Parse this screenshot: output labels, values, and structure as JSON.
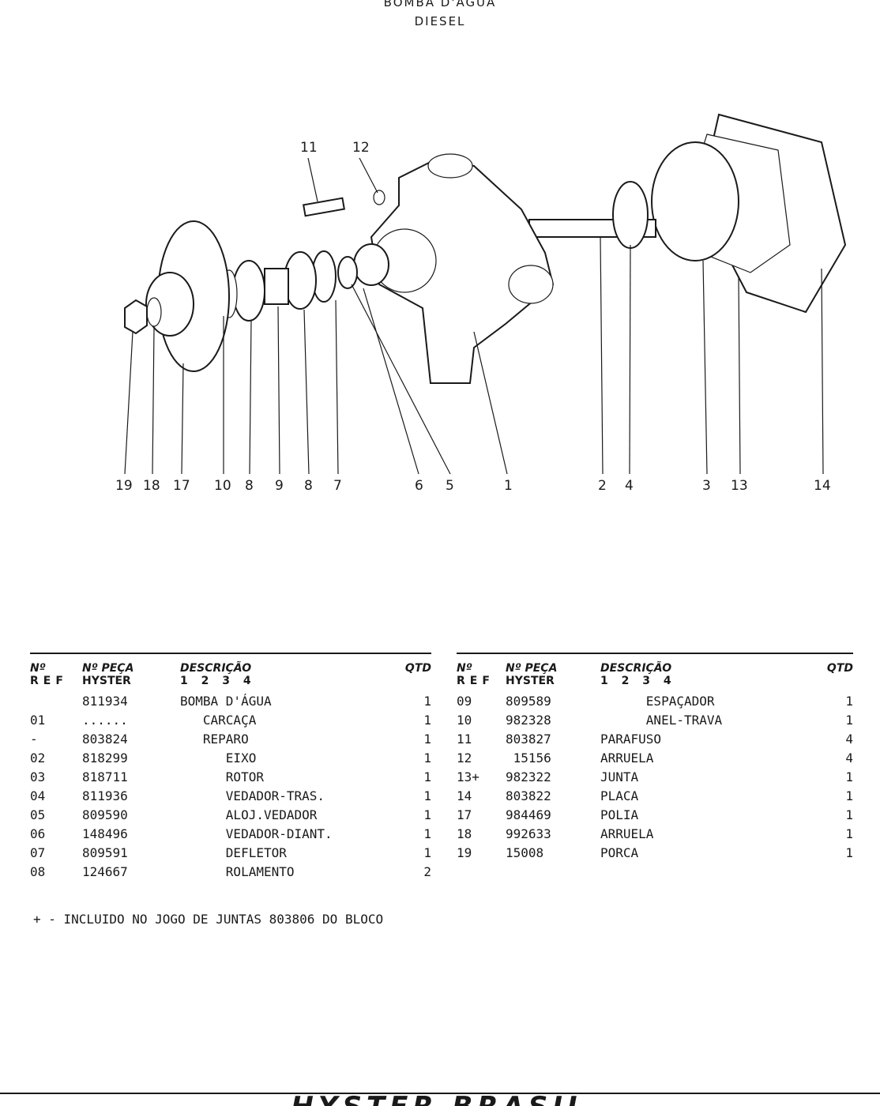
{
  "header": {
    "title_line1": "BOMBA D'ÁGUA",
    "title_line2": "DIESEL"
  },
  "diagram": {
    "callouts": [
      "11",
      "12",
      "19",
      "18",
      "17",
      "10",
      "8",
      "9",
      "8",
      "7",
      "6",
      "5",
      "1",
      "2",
      "4",
      "3",
      "13",
      "14"
    ]
  },
  "table": {
    "headers": {
      "ref_line1": "Nº",
      "ref_line2": "REF",
      "part_line1": "Nº PEÇA",
      "part_line2": "HYSTER",
      "desc_line1": "DESCRIÇÃO",
      "desc_line2": "1 2 3 4",
      "qty": "QTD"
    },
    "left_rows": [
      {
        "ref": "",
        "part": "811934",
        "desc": "BOMBA D'ÁGUA",
        "qty": "1"
      },
      {
        "ref": "01",
        "part": "......",
        "desc": "   CARCAÇA",
        "qty": "1"
      },
      {
        "ref": "-",
        "part": "803824",
        "desc": "   REPARO",
        "qty": "1"
      },
      {
        "ref": "02",
        "part": "818299",
        "desc": "      EIXO",
        "qty": "1"
      },
      {
        "ref": "03",
        "part": "818711",
        "desc": "      ROTOR",
        "qty": "1"
      },
      {
        "ref": "04",
        "part": "811936",
        "desc": "      VEDADOR-TRAS.",
        "qty": "1"
      },
      {
        "ref": "05",
        "part": "809590",
        "desc": "      ALOJ.VEDADOR",
        "qty": "1"
      },
      {
        "ref": "06",
        "part": "148496",
        "desc": "      VEDADOR-DIANT.",
        "qty": "1"
      },
      {
        "ref": "07",
        "part": "809591",
        "desc": "      DEFLETOR",
        "qty": "1"
      },
      {
        "ref": "08",
        "part": "124667",
        "desc": "      ROLAMENTO",
        "qty": "2"
      }
    ],
    "right_rows": [
      {
        "ref": "09",
        "part": "809589",
        "desc": "      ESPAÇADOR",
        "qty": "1"
      },
      {
        "ref": "10",
        "part": "982328",
        "desc": "      ANEL-TRAVA",
        "qty": "1"
      },
      {
        "ref": "11",
        "part": "803827",
        "desc": "PARAFUSO",
        "qty": "4"
      },
      {
        "ref": "12",
        "part": " 15156",
        "desc": "ARRUELA",
        "qty": "4"
      },
      {
        "ref": "13+",
        "part": "982322",
        "desc": "JUNTA",
        "qty": "1"
      },
      {
        "ref": "14",
        "part": "803822",
        "desc": "PLACA",
        "qty": "1"
      },
      {
        "ref": "17",
        "part": "984469",
        "desc": "POLIA",
        "qty": "1"
      },
      {
        "ref": "18",
        "part": "992633",
        "desc": "ARRUELA",
        "qty": "1"
      },
      {
        "ref": "19",
        "part": "15008",
        "desc": "PORCA",
        "qty": "1"
      }
    ]
  },
  "note": "+ - INCLUIDO NO JOGO DE JUNTAS 803806 DO BLOCO",
  "footer": {
    "brand": "HYSTER BRASIL"
  }
}
